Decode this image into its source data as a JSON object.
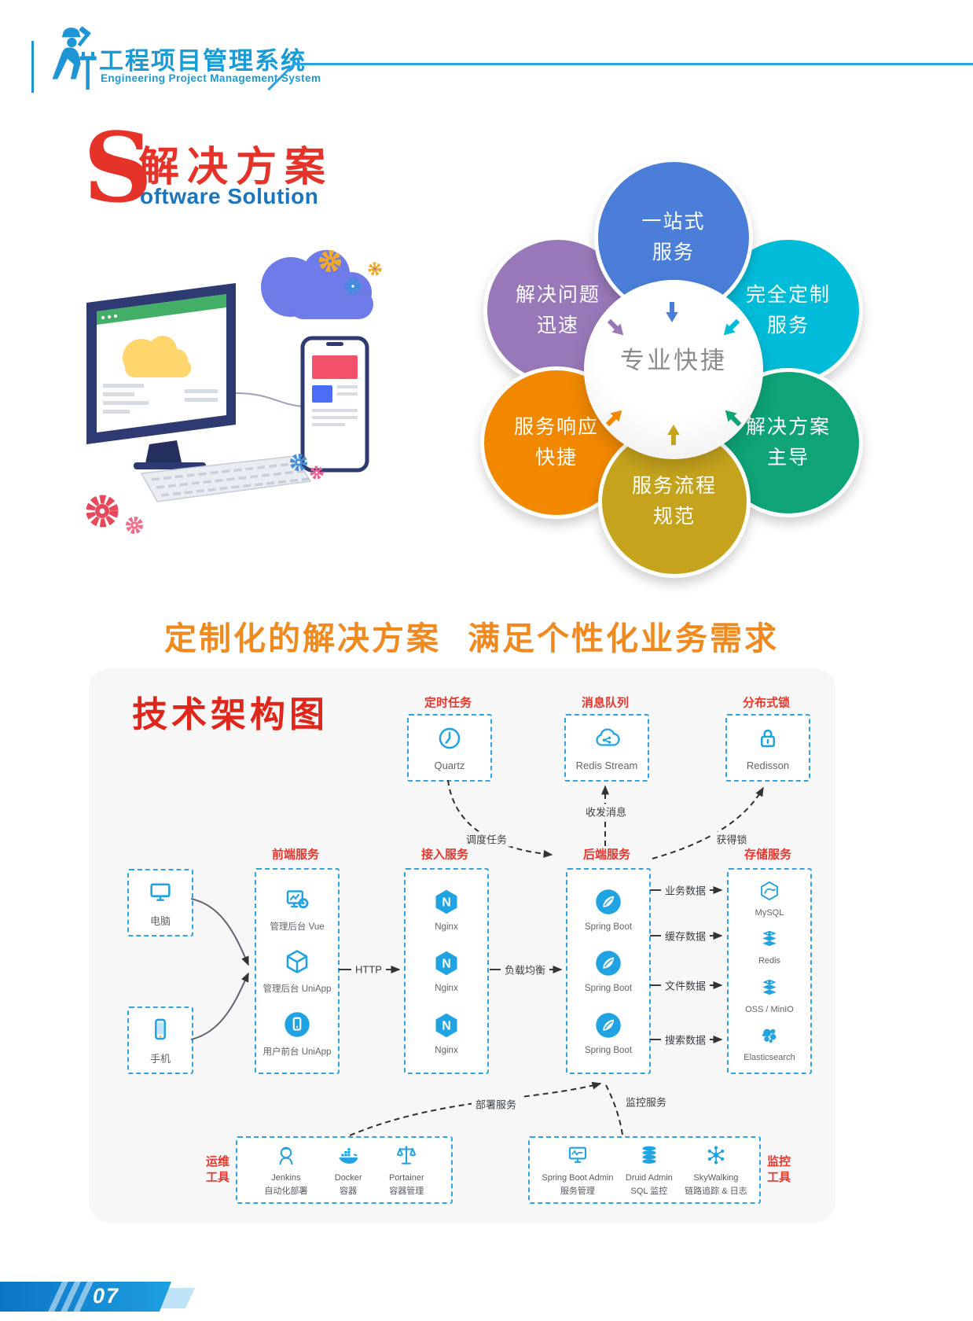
{
  "header": {
    "title": "工程项目管理系统",
    "subtitle": "Engineering Project Management System"
  },
  "section_title": {
    "letter": "S",
    "cn": "解决方案",
    "en": "oftware Solution"
  },
  "flower": {
    "center": "专业快捷",
    "petals": [
      {
        "line1": "一站式",
        "line2": "服务",
        "color": "#4A7ED8"
      },
      {
        "line1": "完全定制",
        "line2": "服务",
        "color": "#00BCD9"
      },
      {
        "line1": "解决方案",
        "line2": "主导",
        "color": "#0EA477"
      },
      {
        "line1": "服务流程",
        "line2": "规范",
        "color": "#C5A31C"
      },
      {
        "line1": "服务响应",
        "line2": "快捷",
        "color": "#F18800"
      },
      {
        "line1": "解决问题",
        "line2": "迅速",
        "color": "#9878B8"
      }
    ]
  },
  "headline": {
    "part1": "定制化的解决方案",
    "part2": "满足个性化业务需求"
  },
  "architecture": {
    "title": "技术架构图",
    "top_groups": [
      {
        "label": "定时任务",
        "item": "Quartz"
      },
      {
        "label": "消息队列",
        "item": "Redis Stream"
      },
      {
        "label": "分布式锁",
        "item": "Redisson"
      }
    ],
    "clients": [
      {
        "label": "电脑"
      },
      {
        "label": "手机"
      }
    ],
    "frontend": {
      "label": "前端服务",
      "items": [
        "管理后台 Vue",
        "管理后台 UniApp",
        "用户前台 UniApp"
      ]
    },
    "gateway": {
      "label": "接入服务",
      "items": [
        "Nginx",
        "Nginx",
        "Nginx"
      ]
    },
    "backend": {
      "label": "后端服务",
      "items": [
        "Spring Boot",
        "Spring Boot",
        "Spring Boot"
      ]
    },
    "storage": {
      "label": "存储服务",
      "items": [
        "MySQL",
        "Redis",
        "OSS / MinIO",
        "Elasticsearch"
      ]
    },
    "edges": {
      "http": "HTTP",
      "load_balance": "负载均衡",
      "business": "业务数据",
      "cache": "缓存数据",
      "file": "文件数据",
      "search": "搜索数据",
      "schedule": "调度任务",
      "message": "收发消息",
      "lock": "获得锁",
      "deploy": "部署服务",
      "monitor": "监控服务"
    },
    "ops_label": {
      "l1": "运维",
      "l2": "工具"
    },
    "ops_items": [
      {
        "l1": "Jenkins",
        "l2": "自动化部署"
      },
      {
        "l1": "Docker",
        "l2": "容器"
      },
      {
        "l1": "Portainer",
        "l2": "容器管理"
      }
    ],
    "mon_label": {
      "l1": "监控",
      "l2": "工具"
    },
    "mon_items": [
      {
        "l1": "Spring Boot Admin",
        "l2": "服务管理"
      },
      {
        "l1": "Druid Admin",
        "l2": "SQL 监控"
      },
      {
        "l1": "SkyWalking",
        "l2": "链路追踪 & 日志"
      }
    ]
  },
  "footer": {
    "page": "07"
  },
  "colors": {
    "brand_blue": "#1E95D4",
    "label_red": "#E8362C",
    "title_red": "#E0261A",
    "headline_orange": "#F08A1E",
    "icon_blue": "#1FA3E3",
    "panel_gray": "#F7F7F8"
  }
}
